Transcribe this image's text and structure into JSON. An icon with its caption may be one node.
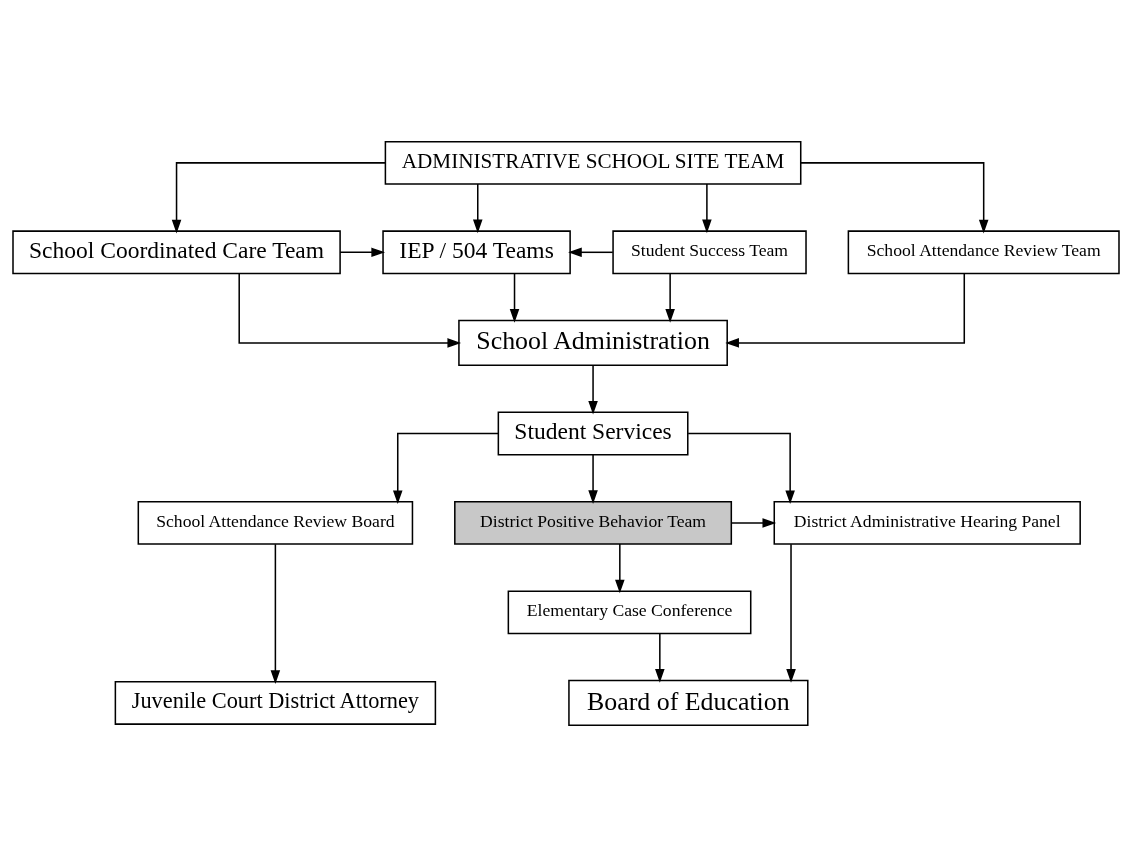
{
  "diagram": {
    "nodes": [
      {
        "text": [
          "ADMINISTRATIVE SCHOOL SITE TEAM"
        ]
      },
      {
        "text": [
          "School Coordinated Care Team"
        ]
      },
      {
        "text": [
          "IEP / 504 Teams"
        ]
      },
      {
        "text": [
          "Student Success Team"
        ]
      },
      {
        "text": [
          "School Attendance Review Team"
        ]
      },
      {
        "text": [
          "School Administration"
        ]
      },
      {
        "text": [
          "Student Services"
        ]
      },
      {
        "text": [
          "School Attendance Review Board"
        ]
      },
      {
        "text": [
          "District Positive Behavior Team"
        ]
      },
      {
        "text": [
          "District Administrative Hearing Panel"
        ]
      },
      {
        "text": [
          "Elementary Case Conference"
        ]
      },
      {
        "text": [
          "Juvenile Court District Attorney"
        ]
      },
      {
        "text": [
          "Board of Education"
        ]
      }
    ],
    "edges": [
      {
        "from": 0,
        "to": 1,
        "arrow": "to"
      },
      {
        "from": 0,
        "to": 2,
        "arrow": "to"
      },
      {
        "from": 0,
        "to": 3,
        "arrow": "to"
      },
      {
        "from": 0,
        "to": 4,
        "arrow": "to"
      },
      {
        "from": 1,
        "to": 2,
        "arrow": "to"
      },
      {
        "from": 3,
        "to": 2,
        "arrow": "to"
      },
      {
        "from": 1,
        "to": 5,
        "arrow": "to"
      },
      {
        "from": 2,
        "to": 5,
        "arrow": "to"
      },
      {
        "from": 3,
        "to": 5,
        "arrow": "to"
      },
      {
        "from": 4,
        "to": 5,
        "arrow": "to"
      },
      {
        "from": 5,
        "to": 6,
        "arrow": "to"
      },
      {
        "from": 6,
        "to": 7,
        "arrow": "to"
      },
      {
        "from": 6,
        "to": 8,
        "arrow": "to"
      },
      {
        "from": 6,
        "to": 9,
        "arrow": "to"
      },
      {
        "from": 8,
        "to": 9,
        "arrow": "to"
      },
      {
        "from": 8,
        "to": 10,
        "arrow": "to"
      },
      {
        "from": 7,
        "to": 11,
        "arrow": "to"
      },
      {
        "from": 9,
        "to": 12,
        "arrow": "to"
      },
      {
        "from": 10,
        "to": 12,
        "arrow": "to"
      }
    ]
  }
}
